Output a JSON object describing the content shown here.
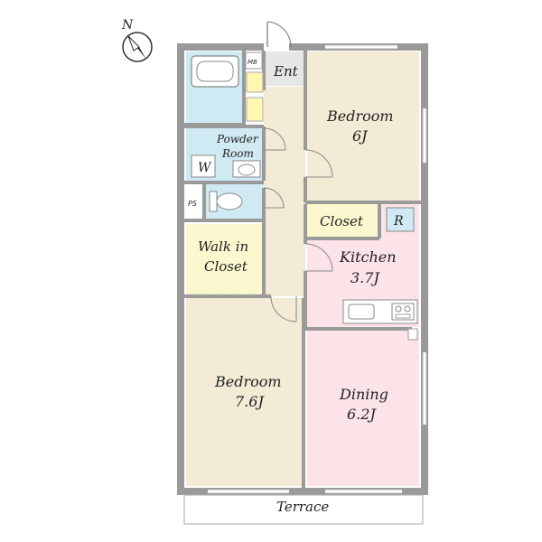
{
  "compass": {
    "north_label": "N"
  },
  "rooms": {
    "entrance": {
      "label": "Ent"
    },
    "meter_box": {
      "label": "MB"
    },
    "bedroom_north": {
      "name": "Bedroom",
      "size": "6J"
    },
    "powder_room": {
      "line1": "Powder",
      "line2": "Room"
    },
    "washer": {
      "label": "W"
    },
    "pipe_space": {
      "label": "PS"
    },
    "closet": {
      "label": "Closet"
    },
    "refrigerator": {
      "label": "R"
    },
    "walk_in_closet": {
      "line1": "Walk in",
      "line2": "Closet"
    },
    "kitchen": {
      "name": "Kitchen",
      "size": "3.7J"
    },
    "bedroom_south": {
      "name": "Bedroom",
      "size": "7.6J"
    },
    "dining": {
      "name": "Dining",
      "size": "6.2J"
    },
    "terrace": {
      "label": "Terrace"
    }
  },
  "colors": {
    "wall": "#9a9a9a",
    "wood_floor": "#f3ebd6",
    "wet_area": "#cfeaf2",
    "closet": "#fbf8cf",
    "kitchen_dining": "#fbe3e8",
    "entrance_tile": "#e6e6e6",
    "fixture_yellow": "#fff7b0"
  }
}
